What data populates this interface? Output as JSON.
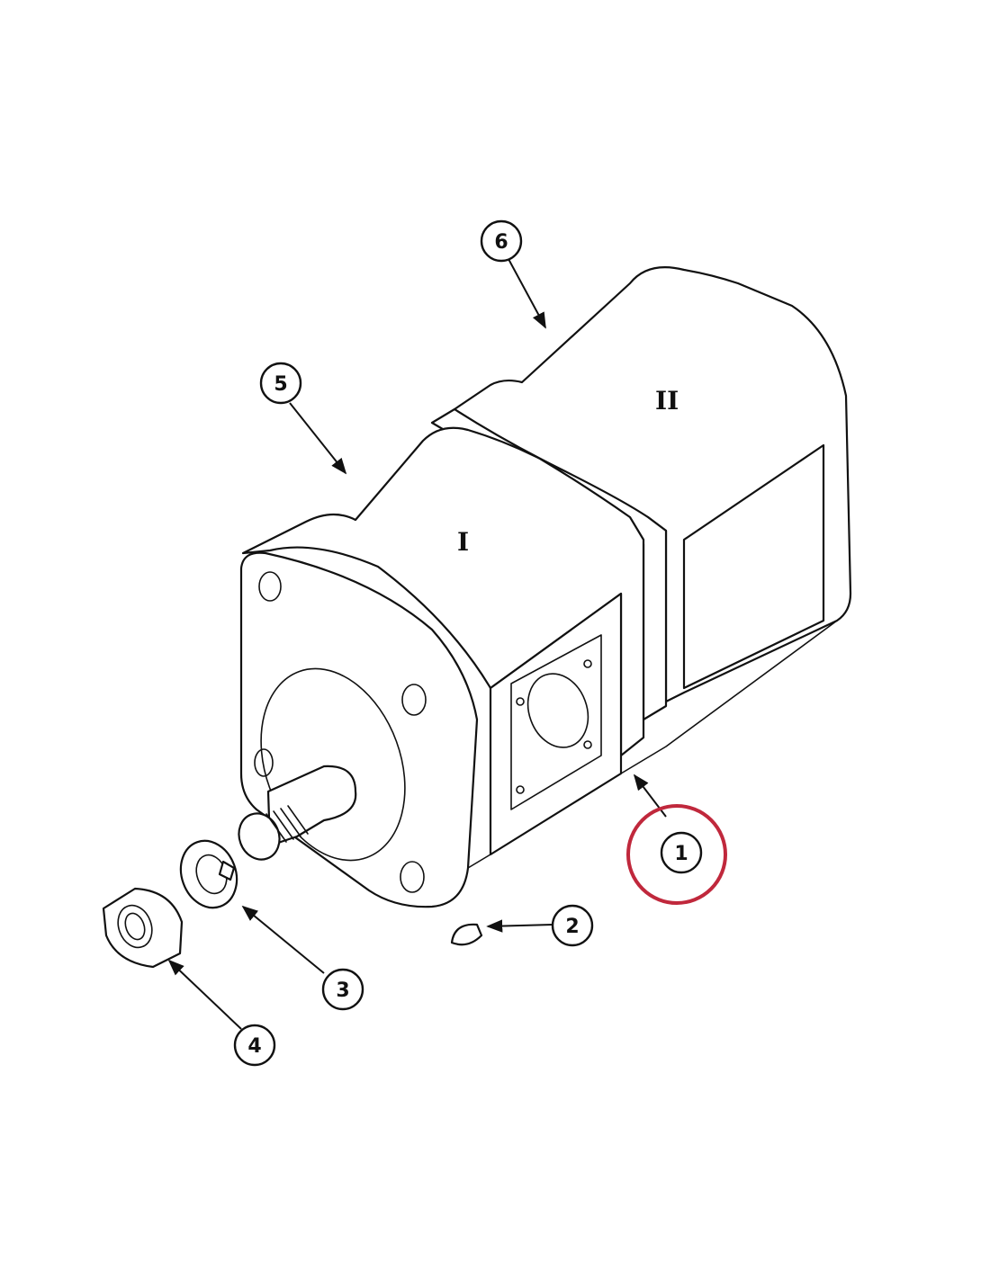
{
  "callouts": [
    {
      "id": "1",
      "label": "1"
    },
    {
      "id": "2",
      "label": "2"
    },
    {
      "id": "3",
      "label": "3"
    },
    {
      "id": "4",
      "label": "4"
    },
    {
      "id": "5",
      "label": "5"
    },
    {
      "id": "6",
      "label": "6"
    }
  ],
  "sections": {
    "front": "I",
    "rear": "II"
  },
  "colors": {
    "line": "#111111",
    "highlight": "#c0283c",
    "background": "#ffffff"
  },
  "highlighted_callout": "1"
}
